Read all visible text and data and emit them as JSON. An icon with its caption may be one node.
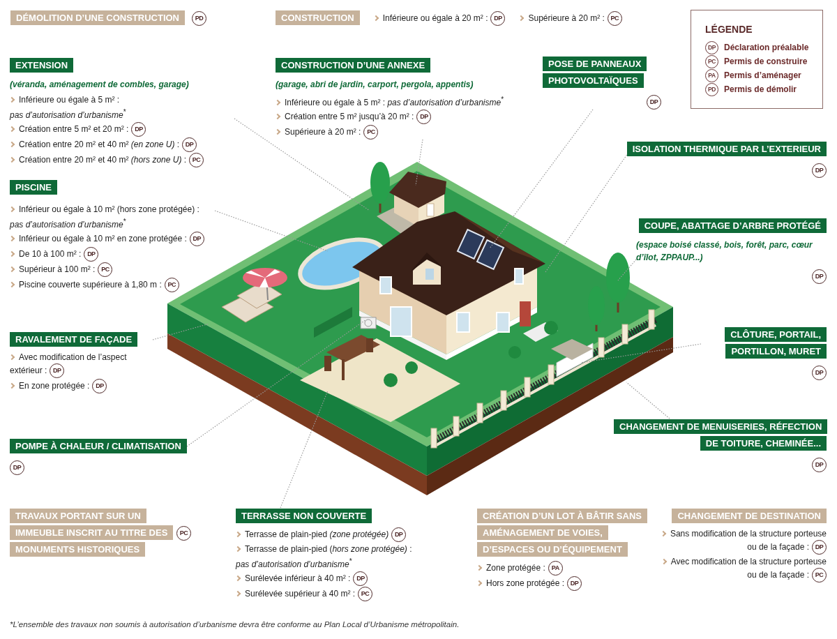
{
  "diagram": {
    "nodes": [
      {
        "text": [
          "DÉMOLITION D’UNE CONSTRUCTION",
          "PD"
        ]
      },
      {
        "text": [
          "CONSTRUCTION",
          "Inférieure ou égale à 20 m² :",
          "DP",
          "Supérieure à 20 m² :",
          "PC"
        ]
      },
      {
        "text": [
          "EXTENSION",
          "(véranda, aménagement de combles, garage)",
          "Inférieure ou égale à 5 m² : *pas d’autorisation d’urbanisme*$^{*}$",
          "Création entre 5 m² et 20 m² :",
          "DP",
          "Création entre 20 m² et 40 m² *(en zone U)* :",
          "DP",
          "Création entre 20 m² et 40 m² *(hors zone U)* :",
          "PC"
        ]
      },
      {
        "text": [
          "CONSTRUCTION D’UNE ANNEXE",
          "(garage, abri de jardin, carport, pergola, appentis)",
          "Inférieure ou égale à 5 m² : *pas d’autorisation d’urbanisme*$^{*}$",
          "Création entre 5 m² jusqu’à 20 m² :",
          "DP",
          "Supérieure à 20 m² :",
          "PC"
        ]
      },
      {
        "text": [
          "POSE DE PANNEAUX PHOTOVOLTAÏQUES",
          "DP"
        ]
      },
      {
        "text": [
          "ISOLATION THERMIQUE PAR L’EXTERIEUR",
          "DP"
        ]
      },
      {
        "text": [
          "PISCINE",
          "Inférieur ou égale à 10 m² (hors zone protégée) : *pas d’autorisation d’urbanisme*$^{*}$",
          "Inférieur ou égale à 10 m² en zone protégée :",
          "DP",
          "De 10 à 100 m² :",
          "DP",
          "Supérieur à 100 m² :",
          "PC",
          "Piscine couverte supérieure à 1,80 m :",
          "PC"
        ]
      },
      {
        "text": [
          "COUPE, ABATTAGE D’ARBRE PROTÉGÉ",
          "(espace boisé classé, bois, forêt, parc, cœur d’îlot, ZPPAUP...)",
          "DP"
        ]
      },
      {
        "text": [
          "RAVALEMENT DE FAÇADE",
          "Avec modification de l’aspect extérieur :",
          "DP",
          "En zone protégée :",
          "DP"
        ]
      },
      {
        "text": [
          "CLÔTURE, PORTAIL, PORTILLON, MURET",
          "DP"
        ]
      },
      {
        "text": [
          "POMPE À CHALEUR / CLIMATISATION",
          "DP"
        ]
      },
      {
        "text": [
          "CHANGEMENT DE MENUISERIES, RÉFECTION DE TOITURE, CHEMINÉE...",
          "DP"
        ]
      },
      {
        "text": [
          "TRAVAUX PORTANT SUR UN IMMEUBLE INSCRIT AU TITRE DES MONUMENTS HISTORIQUES",
          "PC"
        ]
      },
      {
        "text": [
          "TERRASSE NON COUVERTE",
          "Terrasse de plain-pied *(zone protégée)*",
          "DP",
          "Terrasse de plain-pied (*hors zone protégée)* : *pas d’autorisation d’urbanisme*$^{*}$",
          "Surélevée inférieur à 40 m² :",
          "DP",
          "Surélevée supérieur à 40 m² :",
          "PC"
        ]
      },
      {
        "text": [
          "CRÉATION D’UN LOT À BÂTIR SANS AMÉNAGEMENT DE VOIES, D’ESPACES OU D’ÉQUIPEMENT",
          "Zone protégée :",
          "PA",
          "Hors zone protégée :",
          "DP"
        ]
      },
      {
        "text": [
          "CHANGEMENT DE DESTINATION",
          "Sans modification de la structure porteuse ou de la façade :",
          "DP",
          "Avec modification de la structure porteuse ou de la façade :",
          "PC"
        ]
      }
    ],
    "edges": [
      {
        "from": 2,
        "to": null,
        "arrow": "none"
      },
      {
        "from": 3,
        "to": null,
        "arrow": "none"
      },
      {
        "from": 4,
        "to": null,
        "arrow": "none"
      },
      {
        "from": 6,
        "to": null,
        "arrow": "none"
      },
      {
        "from": 5,
        "to": null,
        "arrow": "none"
      },
      {
        "from": 7,
        "to": null,
        "arrow": "none"
      },
      {
        "from": 8,
        "to": null,
        "arrow": "none"
      },
      {
        "from": 10,
        "to": null,
        "arrow": "none"
      },
      {
        "from": 13,
        "to": null,
        "arrow": "none"
      },
      {
        "from": 9,
        "to": null,
        "arrow": "none"
      },
      {
        "from": 11,
        "to": null,
        "arrow": "none"
      }
    ],
    "labels": [
      "LÉGENDE",
      "DP",
      "PC",
      "PA",
      "PD"
    ],
    "legend": [
      {
        "text": "Déclaration préalable"
      },
      {
        "text": "Permis de construire"
      },
      {
        "text": "Permis d’aménager"
      },
      {
        "text": "Permis de démolir"
      }
    ],
    "caption": "*L’ensemble des travaux non soumis à autorisation d’urbanisme devra être conforme au Plan Local d’Urbanisme métropolitain."
  }
}
